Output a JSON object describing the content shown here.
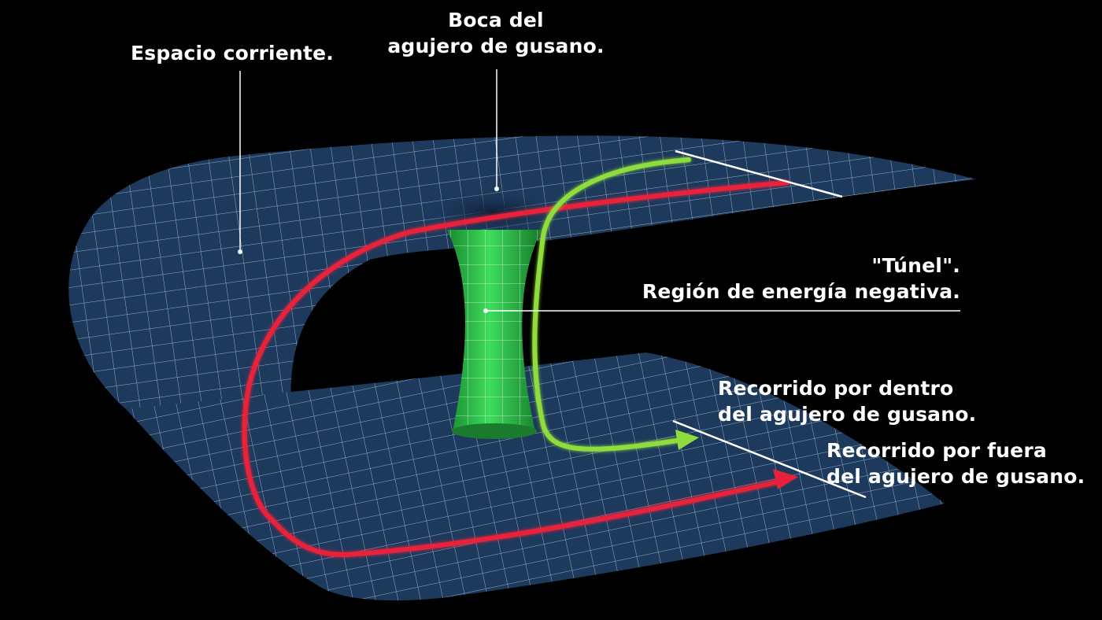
{
  "labels": {
    "espacio": "Espacio corriente.",
    "boca_line1": "Boca del",
    "boca_line2": "agujero de gusano.",
    "tunel_line1": "\"Túnel\".",
    "tunel_line2": "Región de energía negativa.",
    "dentro_line1": "Recorrido por dentro",
    "dentro_line2": "del agujero de gusano.",
    "fuera_line1": "Recorrido por fuera",
    "fuera_line2": "del agujero de gusano."
  },
  "colors": {
    "background": "#000000",
    "mesh_fill": "#1d3a5c",
    "mesh_line": "#b8d4ec",
    "throat_fill": "#2cc94a",
    "outside_path": "#e8203a",
    "inside_path": "#8fdc3c",
    "label_text": "#ffffff"
  }
}
